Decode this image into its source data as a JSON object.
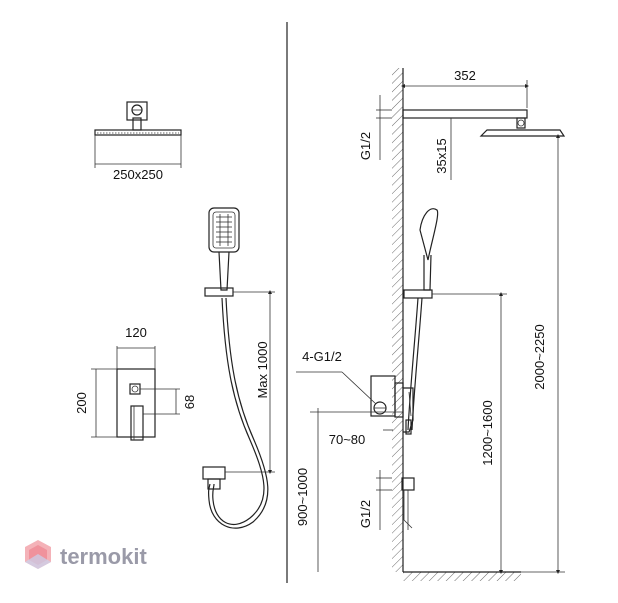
{
  "labels": {
    "head_size": "250x250",
    "arm_length": "352",
    "inlet_top": "G1/2",
    "arm_section": "35x15",
    "hose_max": "Max 1000",
    "holder_height": "1200~1600",
    "head_height": "2000~2250",
    "mixer_width": "120",
    "mixer_height": "200",
    "mixer_offset": "68",
    "outlets": "4-G1/2",
    "depth": "70~80",
    "mixer_height_floor": "900~1000",
    "inlet_bottom": "G1/2"
  },
  "brand": {
    "name": "termokit",
    "color": "#9a9aa8",
    "icon": "hexagon-logo-icon"
  }
}
